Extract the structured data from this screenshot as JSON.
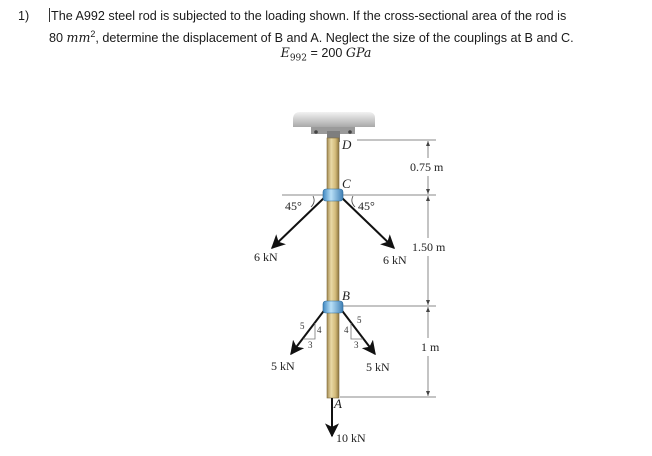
{
  "problem": {
    "number": "1)",
    "line1": "The A992 steel rod is subjected to the loading shown.  If the cross-sectional area of the rod is",
    "line2_area_value": "80 ",
    "line2_area_unit": "mm",
    "line2_area_exp": "2",
    "line2_rest": ", determine the displacement of B and A.  Neglect the size of the couplings at B and C.",
    "modulus_symbol": "E",
    "modulus_subscript": "992",
    "modulus_equals": " = 200 ",
    "modulus_unit": "GPa"
  },
  "figure": {
    "points": {
      "D": "D",
      "C": "C",
      "B": "B",
      "A": "A"
    },
    "dimensions": {
      "DC": "0.75 m",
      "CB": "1.50 m",
      "BA": "1 m"
    },
    "forces": {
      "C_left": "6 kN",
      "C_right": "6 kN",
      "C_left_angle": "45°",
      "C_right_angle": "45°",
      "B_left": "5 kN",
      "B_right": "5 kN",
      "B_slope": {
        "hyp": "5",
        "vert": "4",
        "horiz": "3"
      },
      "A_down": "10 kN"
    },
    "colors": {
      "rod": "#d9c48a",
      "rod_edge": "#8a7440",
      "coupling": "#7fb8e0",
      "ceiling": "#c8c8c8",
      "dim_line": "#8a8a8a",
      "arrow": "#111111"
    }
  }
}
